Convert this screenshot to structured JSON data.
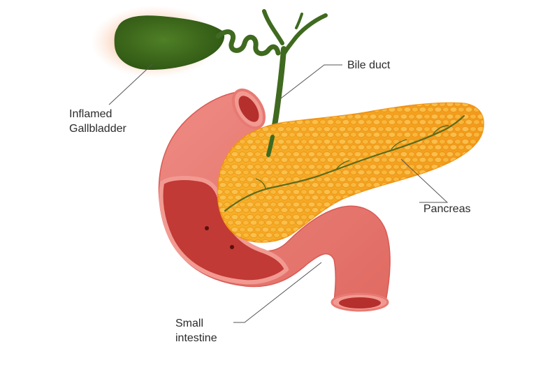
{
  "labels": {
    "gallbladder": {
      "line1": "Inflamed",
      "line2": "Gallbladder"
    },
    "bile_duct": "Bile duct",
    "pancreas": "Pancreas",
    "small_intestine": {
      "line1": "Small",
      "line2": "intestine"
    }
  },
  "colors": {
    "gallbladder": "#3d6b1a",
    "inflammation_glow": "#f4a070",
    "bile_duct": "#3f6a1f",
    "pancreas": "#f6a623",
    "pancreas_lobule": "#fbc04a",
    "intestine": "#e77a73",
    "intestine_inner": "#b52f2c",
    "leader_line": "#555555"
  }
}
